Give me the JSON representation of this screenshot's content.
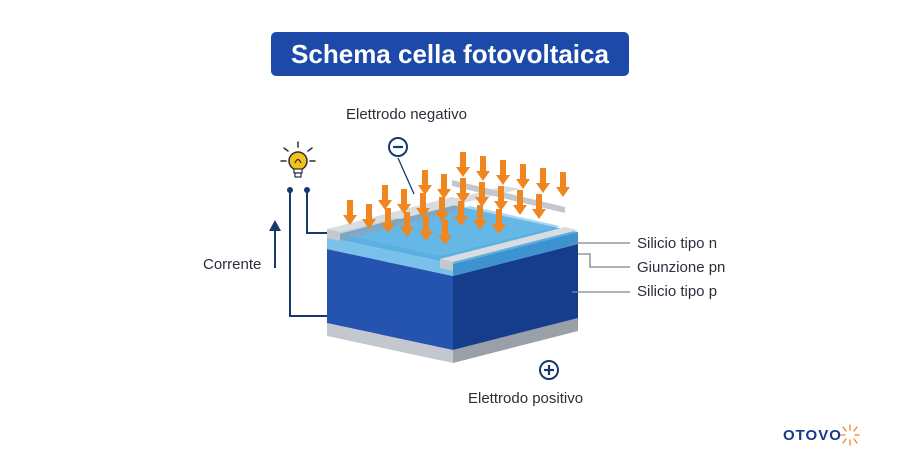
{
  "title": "Schema cella fotovoltaica",
  "labels": {
    "negative_electrode": "Elettrodo negativo",
    "positive_electrode": "Elettrodo positivo",
    "current": "Corrente",
    "n_type_silicon": "Silicio tipo n",
    "pn_junction": "Giunzione pn",
    "p_type_silicon": "Silicio tipo p"
  },
  "symbols": {
    "negative": "minus-circle-icon",
    "positive": "plus-circle-icon",
    "bulb": "light-bulb-icon"
  },
  "logo": {
    "text": "OTOVO"
  },
  "colors": {
    "title_bg": "#1d4aa8",
    "p_layer_front": "#2553b0",
    "p_layer_side": "#153d8c",
    "n_layer_top": "#5bb0e2",
    "n_layer_front": "#79c0ea",
    "n_layer_side": "#3d93cf",
    "electrode_top": "#d9dde2",
    "electrode_front": "#c3c8ce",
    "electrode_side": "#9aa0a7",
    "arrows": "#f0861f",
    "lines": "#163a6e",
    "bulb": "#f2c21a"
  }
}
